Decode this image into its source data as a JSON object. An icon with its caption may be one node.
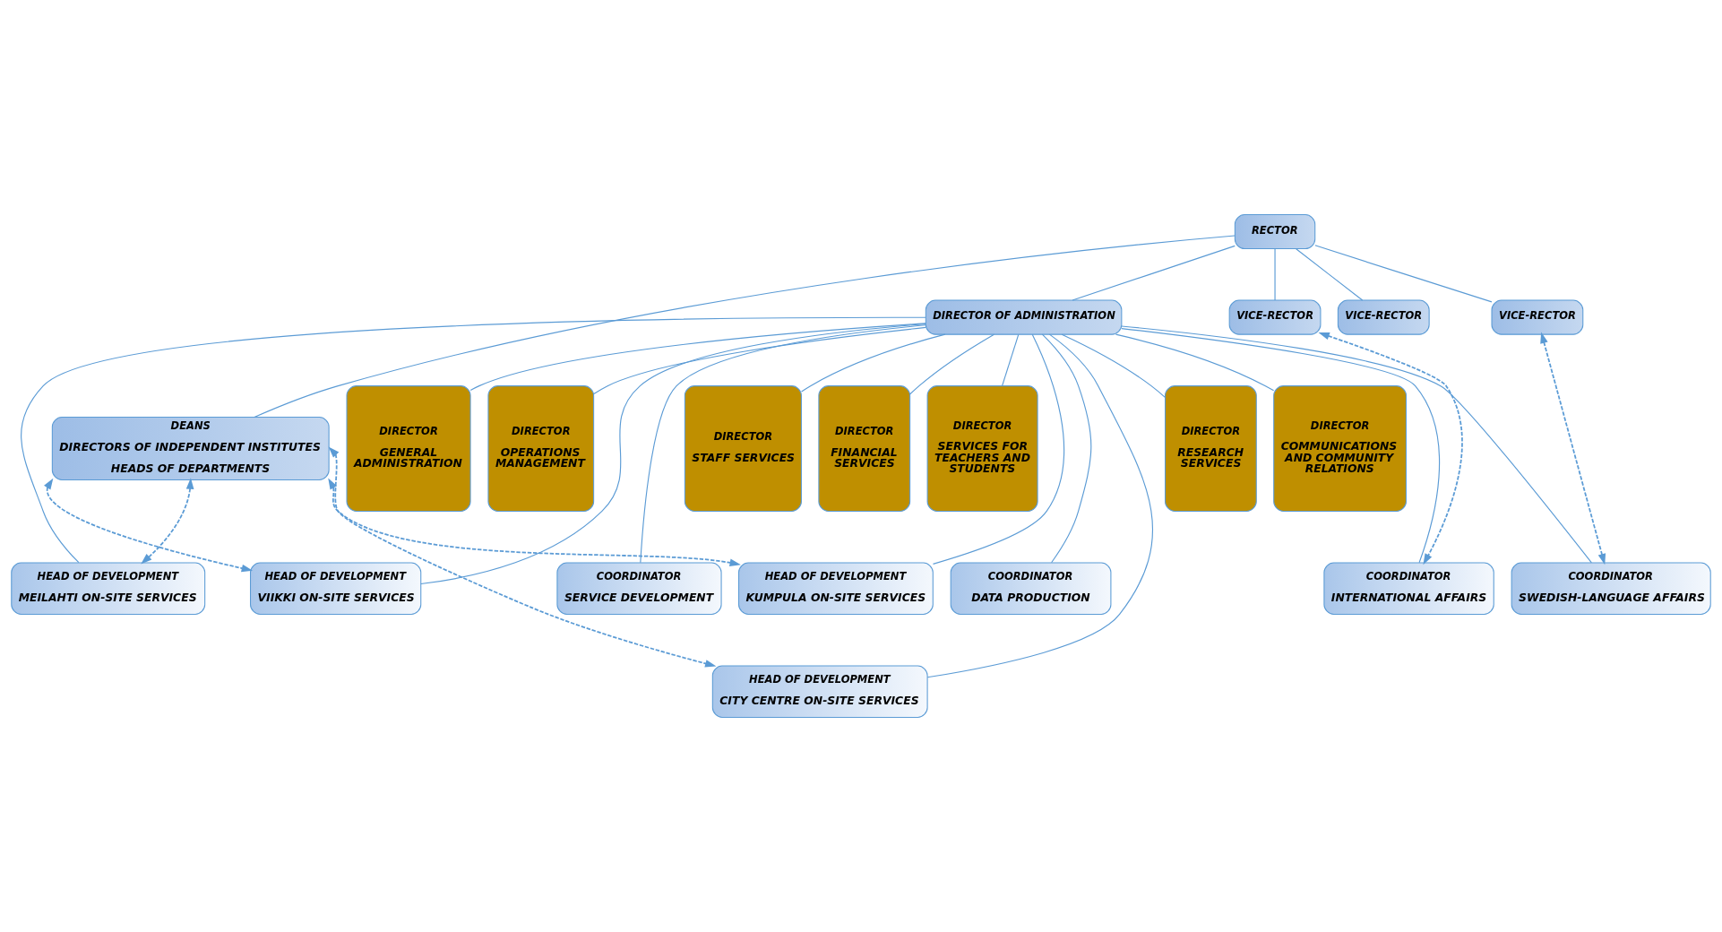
{
  "diagram": {
    "nodes": [
      {
        "text": [
          "RECTOR"
        ]
      },
      {
        "text": [
          "VICE-RECTOR"
        ]
      },
      {
        "text": [
          "VICE-RECTOR"
        ]
      },
      {
        "text": [
          "VICE-RECTOR"
        ]
      },
      {
        "text": [
          "DIRECTOR OF ADMINISTRATION"
        ]
      },
      {
        "text": [
          "DEANS",
          "DIRECTORS OF INDEPENDENT INSTITUTES",
          "HEADS OF DEPARTMENTS"
        ]
      },
      {
        "text": [
          "DIRECTOR",
          "STAFF SERVICES"
        ]
      },
      {
        "text": [
          "DIRECTOR",
          "FINANCIAL SERVICES"
        ]
      },
      {
        "text": [
          "DIRECTOR",
          "SERVICES FOR TEACHERS AND STUDENTS"
        ]
      },
      {
        "text": [
          "DIRECTOR",
          "RESEARCH SERVICES"
        ]
      },
      {
        "text": [
          "DIRECTOR",
          "COMMUNICATIONS AND COMMUNITY RELATIONS"
        ]
      },
      {
        "text": [
          "DIRECTOR",
          "GENERAL ADMINISTRATION"
        ]
      },
      {
        "text": [
          "DIRECTOR",
          "OPERATIONS MANAGEMENT"
        ]
      },
      {
        "text": [
          "HEAD OF DEVELOPMENT",
          "CITY CENTRE ON-SITE SERVICES"
        ]
      },
      {
        "text": [
          "HEAD OF DEVELOPMENT",
          "KUMPULA ON-SITE SERVICES"
        ]
      },
      {
        "text": [
          "HEAD OF DEVELOPMENT",
          "MEILAHTI ON-SITE SERVICES"
        ]
      },
      {
        "text": [
          "HEAD OF DEVELOPMENT",
          "VIIKKI ON-SITE SERVICES"
        ]
      },
      {
        "text": [
          "COORDINATOR",
          "INTERNATIONAL AFFAIRS"
        ]
      },
      {
        "text": [
          "COORDINATOR",
          "SERVICE DEVELOPMENT"
        ]
      },
      {
        "text": [
          "COORDINATOR",
          "SWEDISH-LANGUAGE AFFAIRS"
        ]
      },
      {
        "text": [
          "COORDINATOR",
          "DATA PRODUCTION"
        ]
      }
    ],
    "edges": [
      {
        "from": 0,
        "to": 1,
        "arrow": "none"
      },
      {
        "from": 0,
        "to": 2,
        "arrow": "none"
      },
      {
        "from": 0,
        "to": 3,
        "arrow": "none"
      },
      {
        "from": 0,
        "to": 4,
        "arrow": "none"
      },
      {
        "from": 0,
        "to": 5,
        "arrow": "none"
      },
      {
        "from": 4,
        "to": 6,
        "arrow": "none"
      },
      {
        "from": 4,
        "to": 7,
        "arrow": "none"
      },
      {
        "from": 4,
        "to": 8,
        "arrow": "none"
      },
      {
        "from": 4,
        "to": 9,
        "arrow": "none"
      },
      {
        "from": 4,
        "to": 10,
        "arrow": "none"
      },
      {
        "from": 4,
        "to": 11,
        "arrow": "none"
      },
      {
        "from": 4,
        "to": 12,
        "arrow": "none"
      },
      {
        "from": 4,
        "to": 13,
        "arrow": "none"
      },
      {
        "from": 4,
        "to": 14,
        "arrow": "none"
      },
      {
        "from": 4,
        "to": 15,
        "arrow": "none"
      },
      {
        "from": 4,
        "to": 16,
        "arrow": "none"
      },
      {
        "from": 4,
        "to": 17,
        "arrow": "none"
      },
      {
        "from": 4,
        "to": 18,
        "arrow": "none"
      },
      {
        "from": 4,
        "to": 19,
        "arrow": "none"
      },
      {
        "from": 4,
        "to": 20,
        "arrow": "none"
      },
      {
        "from": 5,
        "to": 13,
        "arrow": "both",
        "style": "dashed"
      },
      {
        "from": 5,
        "to": 14,
        "arrow": "both",
        "style": "dashed"
      },
      {
        "from": 5,
        "to": 15,
        "arrow": "both",
        "style": "dashed"
      },
      {
        "from": 5,
        "to": 16,
        "arrow": "both",
        "style": "dashed"
      },
      {
        "from": 1,
        "to": 17,
        "arrow": "both",
        "style": "dashed"
      },
      {
        "from": 2,
        "to": 19,
        "arrow": "both",
        "style": "dashed"
      }
    ]
  }
}
